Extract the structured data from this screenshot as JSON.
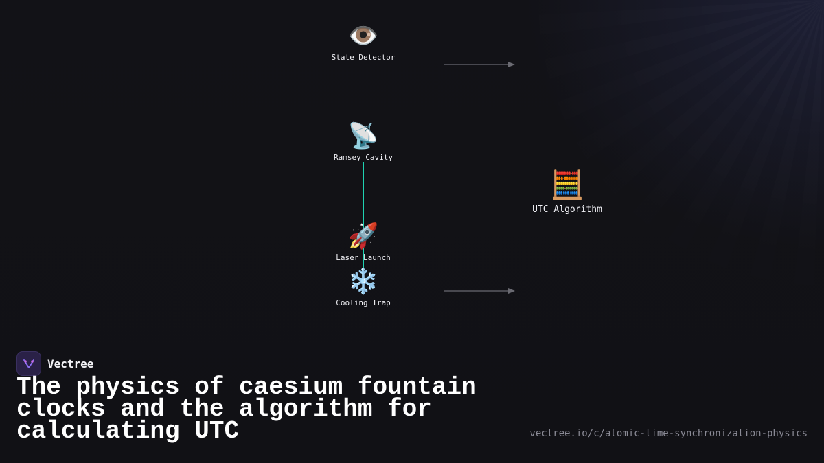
{
  "diagram": {
    "nodes": [
      {
        "id": "state-detector",
        "icon": "eye-icon",
        "emoji": "👁️",
        "label": "State Detector"
      },
      {
        "id": "ramsey-cavity",
        "icon": "satellite-antenna-icon",
        "emoji": "📡",
        "label": "Ramsey Cavity"
      },
      {
        "id": "laser-launch",
        "icon": "rocket-icon",
        "emoji": "🚀",
        "label": "Laser Launch"
      },
      {
        "id": "cooling-trap",
        "icon": "snowflake-icon",
        "emoji": "❄️",
        "label": "Cooling Trap"
      },
      {
        "id": "utc-algorithm",
        "icon": "abacus-icon",
        "emoji": "🧮",
        "label": "UTC Algorithm"
      }
    ],
    "edges": [
      {
        "from": "ramsey-cavity",
        "to": "cooling-trap",
        "color": "#1fd1b0"
      },
      {
        "from": "state-detector",
        "to": "utc-algorithm",
        "color": "#6a6a72"
      },
      {
        "from": "cooling-trap",
        "to": "utc-algorithm",
        "color": "#6a6a72"
      }
    ]
  },
  "brand": {
    "name": "Vectree",
    "logo_icon": "vectree-logo-icon",
    "accent": "#7c5cd6"
  },
  "title": "The physics of caesium fountain clocks and the algorithm for calculating UTC",
  "url": "vectree.io/c/atomic-time-synchronization-physics"
}
